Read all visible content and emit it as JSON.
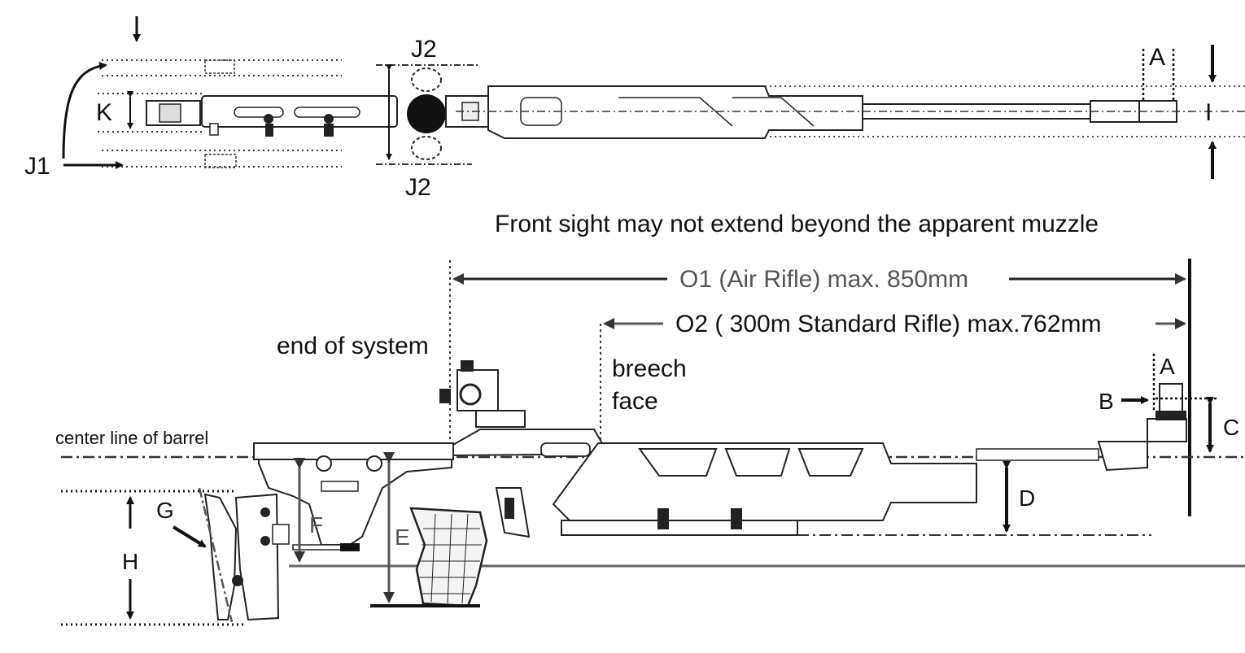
{
  "labels": {
    "j1": "J1",
    "j2_top": "J2",
    "j2_bottom": "J2",
    "k": "K",
    "a_top": "A",
    "i": "I",
    "heading": "Front sight may not extend beyond the apparent muzzle",
    "o1": "O1 (Air Rifle) max. 850mm",
    "o2": "O2 ( 300m Standard Rifle) max.762mm",
    "end_of_system": "end of system",
    "breech_line1": "breech",
    "breech_line2": "face",
    "a_side": "A",
    "b": "B",
    "c": "C",
    "center_line": "center line of barrel",
    "d": "D",
    "e": "E",
    "f": "F",
    "g": "G",
    "h": "H"
  },
  "colors": {
    "ink": "#111111",
    "grey_line": "#666666",
    "dim_grey": "#555555"
  }
}
